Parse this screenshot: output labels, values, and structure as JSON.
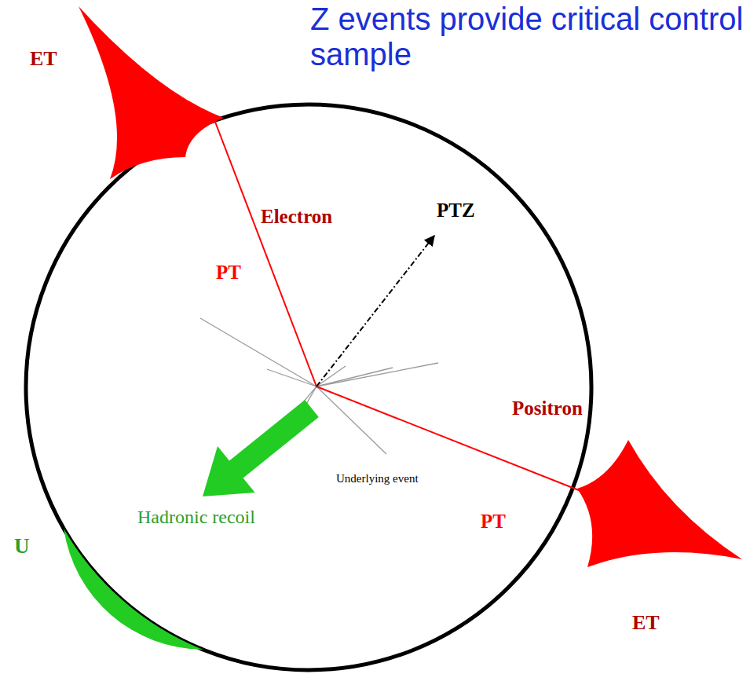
{
  "diagram": {
    "title": "Z events provide critical control sample",
    "labels": [
      "ET",
      "Electron",
      "PT",
      "PTZ",
      "Positron",
      "Underlying event",
      "Hadronic recoil",
      "PT",
      "ET",
      "U"
    ]
  }
}
